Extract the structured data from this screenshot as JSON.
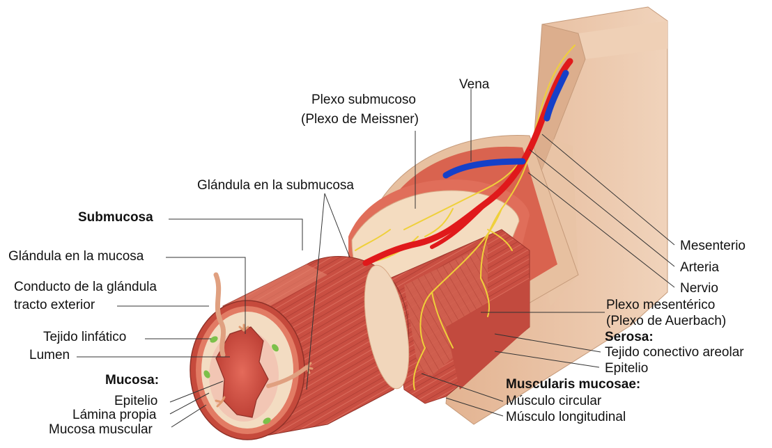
{
  "labels": {
    "vena": "Vena",
    "plexo_submucoso": "Plexo submucoso",
    "plexo_meissner": "(Plexo de Meissner)",
    "glandula_submucosa": "Glándula en la submucosa",
    "submucosa": "Submucosa",
    "glandula_mucosa": "Glándula en la mucosa",
    "conducto_1": "Conducto de la glándula",
    "conducto_2": "tracto exterior",
    "tejido_linfatico": "Tejido linfático",
    "lumen": "Lumen",
    "mucosa": "Mucosa:",
    "epitelio_mucosa": "Epitelio",
    "lamina_propia": "Lámina propia",
    "mucosa_muscular": "Mucosa muscular",
    "mesenterio": "Mesenterio",
    "arteria": "Arteria",
    "nervio": "Nervio",
    "plexo_mesenterico": "Plexo mesentérico",
    "plexo_auerbach": "(Plexo de Auerbach)",
    "serosa": "Serosa:",
    "tejido_conectivo": "Tejido conectivo areolar",
    "epitelio_serosa": "Epitelio",
    "muscularis_mucosae": "Muscularis mucosae:",
    "musculo_circular": "Músculo circular",
    "musculo_longitudinal": "Músculo longitudinal"
  },
  "colors": {
    "serosa": "#e8c2a4",
    "serosa_shadow": "#d8a886",
    "muscle_dark": "#b8423a",
    "muscle": "#cc5a4a",
    "muscle_light": "#e0806a",
    "submucosa": "#f3dcc2",
    "mucosa_pink": "#f2c6b4",
    "lumen": "#d8574a",
    "artery": "#e0191b",
    "vein": "#1540c8",
    "nerve": "#f2d63a",
    "lymph": "#7cc04a"
  }
}
